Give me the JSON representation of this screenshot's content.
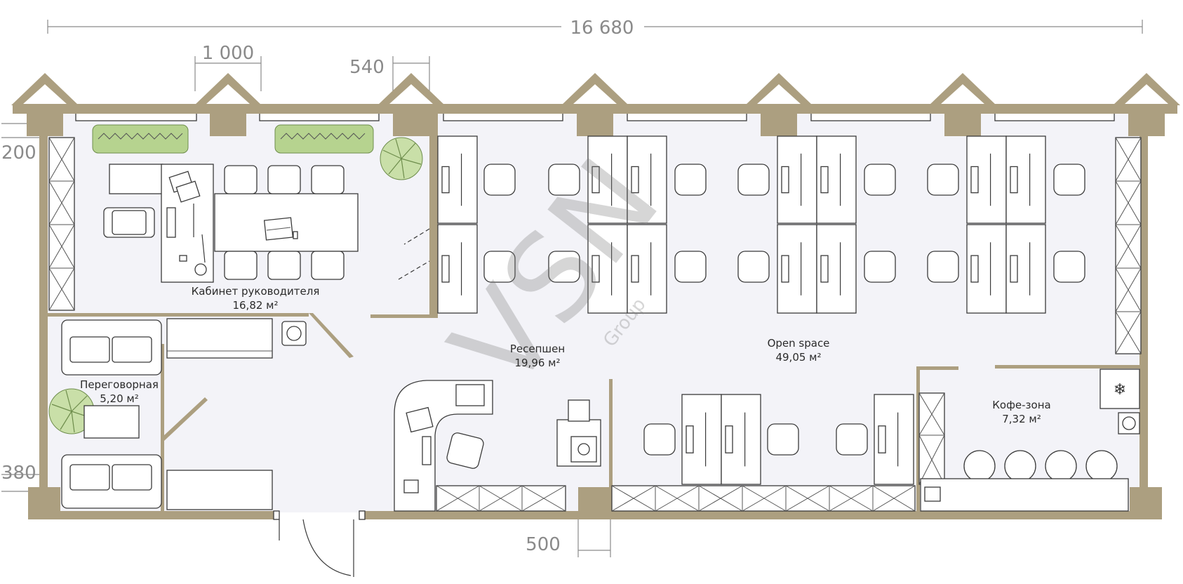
{
  "dimensions": {
    "total_width": "16 680",
    "pier_width": "1 000",
    "window_gap": "540",
    "top_offset": "200",
    "bottom_offset": "380",
    "door_offset": "500"
  },
  "rooms": {
    "director": {
      "name": "Кабинет руководителя",
      "area": "16,82 м²"
    },
    "meeting": {
      "name": "Переговорная",
      "area": "5,20 м²"
    },
    "reception": {
      "name": "Ресепшен",
      "area": "19,96 м²"
    },
    "openspace": {
      "name": "Open space",
      "area": "49,05 м²"
    },
    "coffee": {
      "name": "Кофе-зона",
      "area": "7,32 м²"
    }
  },
  "watermark": {
    "mark": "VSN",
    "sub": "Group"
  },
  "colors": {
    "wall": "#ac9f80",
    "floor": "#f3f3f8",
    "plant": "#b6d38f",
    "text": "#2b2b2b",
    "dimension": "#8a8a8a"
  },
  "icons": [
    "chair-icon",
    "desk-icon",
    "laptop-icon",
    "plant-icon",
    "sofa-icon",
    "cabinet-icon",
    "fridge-icon",
    "printer-icon",
    "sink-icon",
    "stool-icon",
    "door-icon"
  ]
}
